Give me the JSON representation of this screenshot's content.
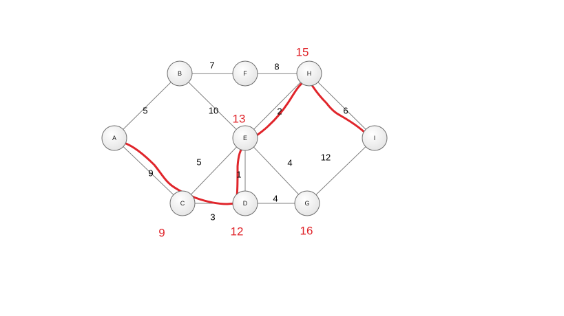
{
  "colors": {
    "highlight": "#e0252b",
    "edge": "#7f7f7f",
    "node_fill_top": "#ffffff",
    "node_fill_bottom": "#e4e4e4"
  },
  "nodes": [
    {
      "id": "A",
      "label": "A"
    },
    {
      "id": "B",
      "label": "B"
    },
    {
      "id": "C",
      "label": "C"
    },
    {
      "id": "D",
      "label": "D"
    },
    {
      "id": "E",
      "label": "E"
    },
    {
      "id": "F",
      "label": "F"
    },
    {
      "id": "G",
      "label": "G"
    },
    {
      "id": "H",
      "label": "H"
    },
    {
      "id": "I",
      "label": "I"
    }
  ],
  "edges": [
    {
      "from": "A",
      "to": "B",
      "weight": "5"
    },
    {
      "from": "A",
      "to": "C",
      "weight": "9"
    },
    {
      "from": "B",
      "to": "F",
      "weight": "7"
    },
    {
      "from": "F",
      "to": "H",
      "weight": "8"
    },
    {
      "from": "B",
      "to": "E",
      "weight": "10"
    },
    {
      "from": "C",
      "to": "E",
      "weight": "5"
    },
    {
      "from": "C",
      "to": "D",
      "weight": "3"
    },
    {
      "from": "E",
      "to": "D",
      "weight": "1"
    },
    {
      "from": "E",
      "to": "H",
      "weight": "2"
    },
    {
      "from": "E",
      "to": "G",
      "weight": "4"
    },
    {
      "from": "D",
      "to": "G",
      "weight": "4"
    },
    {
      "from": "H",
      "to": "I",
      "weight": "6"
    },
    {
      "from": "G",
      "to": "I",
      "weight": "12"
    }
  ],
  "distances": [
    {
      "node": "C",
      "value": "9"
    },
    {
      "node": "D",
      "value": "12"
    },
    {
      "node": "E",
      "value": "13"
    },
    {
      "node": "H",
      "value": "15"
    },
    {
      "node": "G",
      "value": "16"
    }
  ],
  "highlighted_path": [
    "A",
    "C",
    "D",
    "E",
    "H",
    "I"
  ]
}
